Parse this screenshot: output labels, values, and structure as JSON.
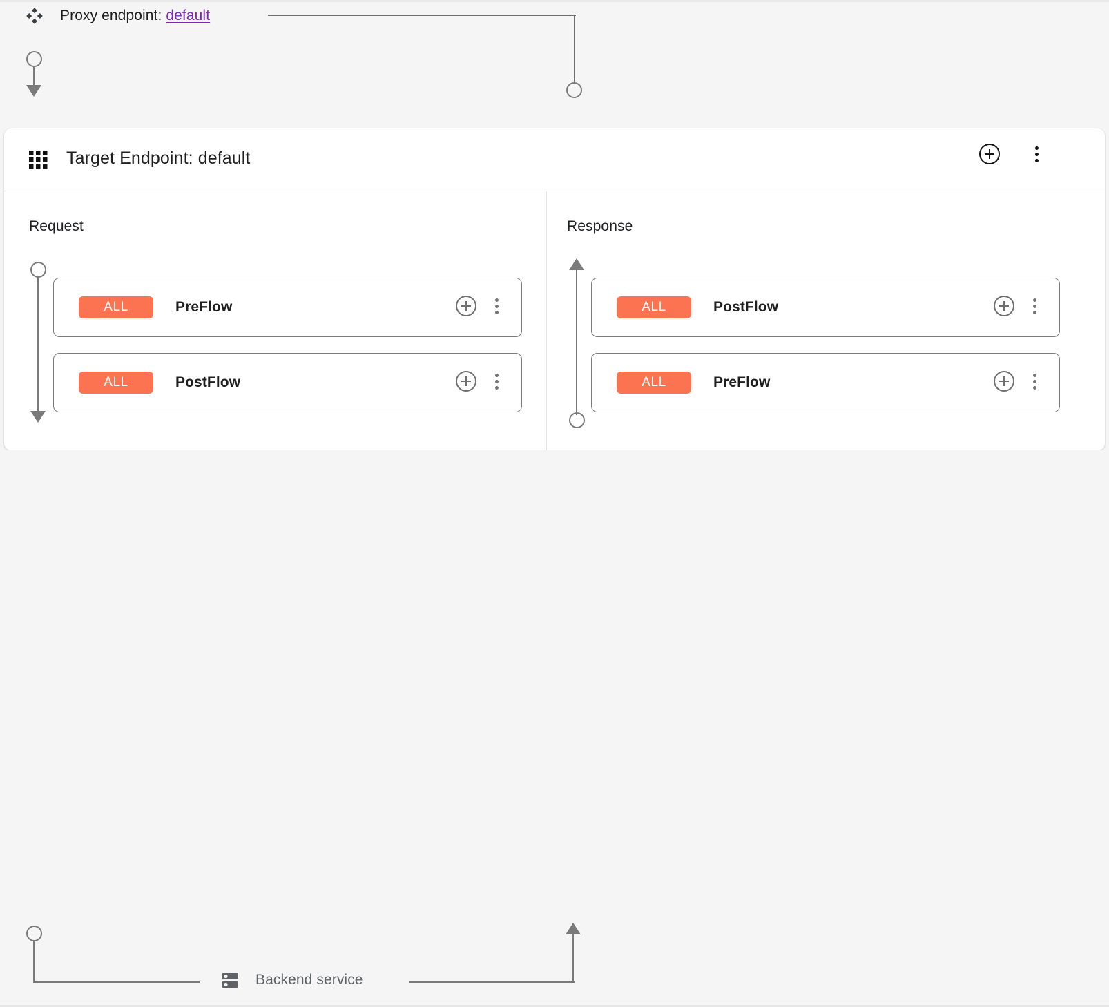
{
  "colors": {
    "page_background": "#f5f5f5",
    "card_background": "#ffffff",
    "badge_all": "#fb7350",
    "link_purple": "#7b26b5",
    "connector_gray": "#7a7a7a",
    "muted_text": "#5f6368"
  },
  "top": {
    "proxy_icon": "proxy-endpoint-diamond-icon",
    "proxy_prefix": "Proxy endpoint:",
    "proxy_value": "default"
  },
  "card": {
    "icon": "grid-apps-icon",
    "title": "Target Endpoint: default",
    "add_icon": "plus-circle-icon",
    "menu_icon": "more-vert-icon",
    "columns": [
      {
        "id": "request",
        "title": "Request",
        "rows": [
          {
            "badge": "ALL",
            "name": "PreFlow",
            "add_icon": "plus-circle-icon",
            "menu_icon": "more-vert-icon"
          },
          {
            "badge": "ALL",
            "name": "PostFlow",
            "add_icon": "plus-circle-icon",
            "menu_icon": "more-vert-icon"
          }
        ]
      },
      {
        "id": "response",
        "title": "Response",
        "rows": [
          {
            "badge": "ALL",
            "name": "PostFlow",
            "add_icon": "plus-circle-icon",
            "menu_icon": "more-vert-icon"
          },
          {
            "badge": "ALL",
            "name": "PreFlow",
            "add_icon": "plus-circle-icon",
            "menu_icon": "more-vert-icon"
          }
        ]
      }
    ]
  },
  "footer": {
    "backend_icon": "server-icon",
    "backend_label": "Backend service"
  }
}
